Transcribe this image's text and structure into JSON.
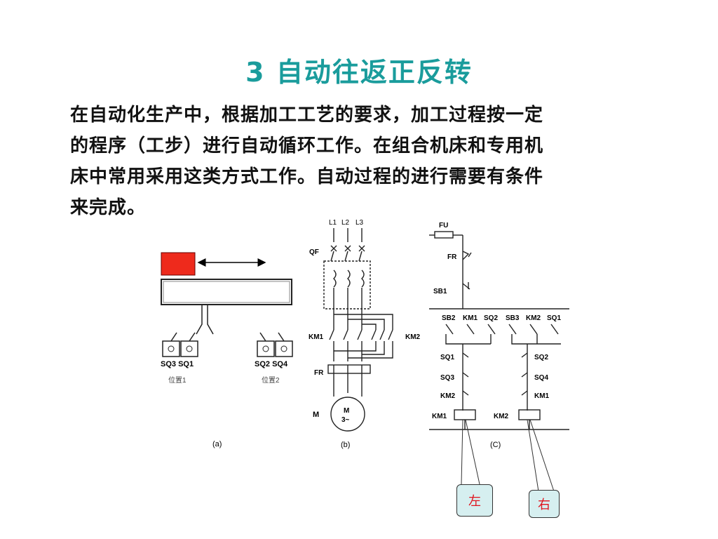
{
  "slide": {
    "title": "3  自动往返正反转",
    "paragraph_lines": [
      "在自动化生产中，根据加工工艺的要求，加工过程按一定",
      "的程序（工步）进行自动循环工作。在组合机床和专用机",
      "床中常用采用这类方式工作。自动过程的进行需要有条件",
      "来完成。"
    ]
  },
  "diagram_a": {
    "switch_labels_left": "SQ3 SQ1",
    "position_left": "位置1",
    "switch_labels_right": "SQ2 SQ4",
    "position_right": "位置2",
    "caption": "(a)",
    "carriage_color": "#ee2a1c"
  },
  "diagram_b": {
    "phases": [
      "L1",
      "L2",
      "L3"
    ],
    "breaker": "QF",
    "contactor1": "KM1",
    "contactor2": "KM2",
    "relay": "FR",
    "motor_label": "M",
    "motor_symbol_1": "M",
    "motor_symbol_2": "3~",
    "caption": "(b)"
  },
  "diagram_c": {
    "fuse": "FU",
    "relay": "FR",
    "stop_button": "SB1",
    "top_row": [
      "SB2",
      "KM1",
      "SQ2",
      "SB3",
      "KM2",
      "SQ1"
    ],
    "left_column": [
      "SQ1",
      "SQ3",
      "KM2",
      "KM1"
    ],
    "right_column": [
      "SQ2",
      "SQ4",
      "KM1",
      "KM2"
    ],
    "caption": "(C)"
  },
  "callouts": {
    "left": "左",
    "right": "右"
  }
}
